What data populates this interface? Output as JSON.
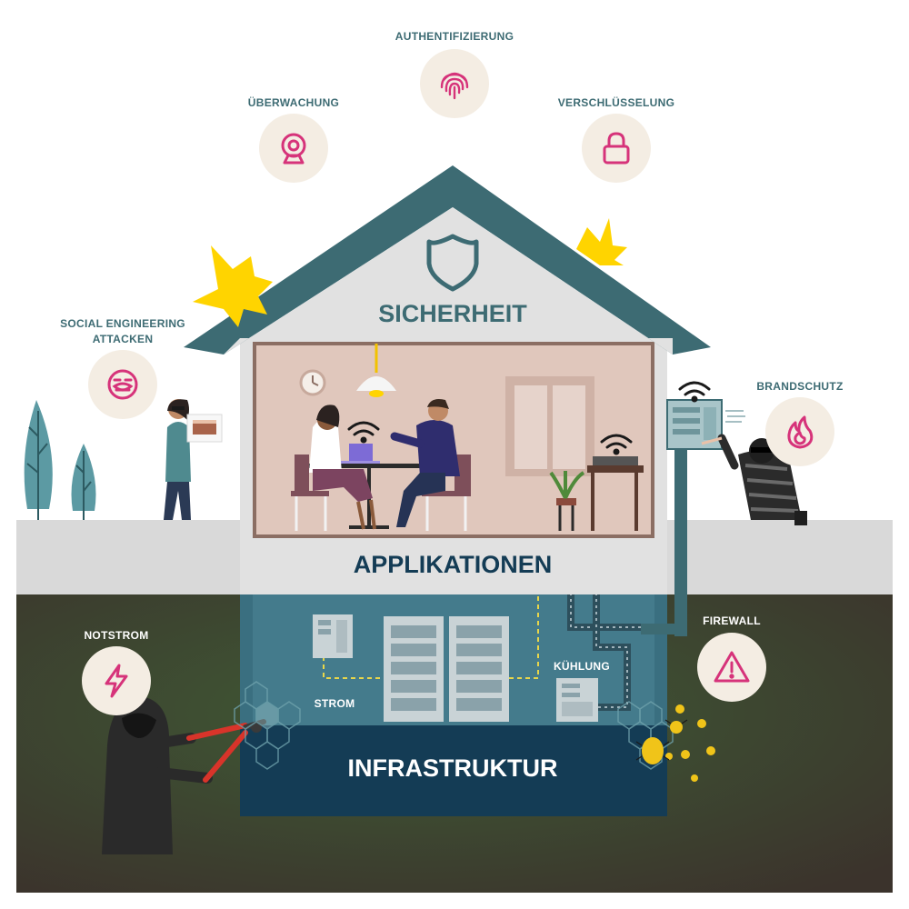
{
  "sections": {
    "roof": "SICHERHEIT",
    "ground": "APPLIKATIONEN",
    "basement": "INFRASTRUKTUR"
  },
  "features": {
    "authentication": {
      "label": "AUTHENTIFIZIERUNG",
      "icon": "fingerprint-icon"
    },
    "surveillance": {
      "label": "ÜBERWACHUNG",
      "icon": "webcam-icon"
    },
    "encryption": {
      "label": "VERSCHLÜSSELUNG",
      "icon": "padlock-icon"
    },
    "social_engineering": {
      "label_line1": "SOCIAL ENGINEERING",
      "label_line2": "ATTACKEN",
      "icon": "shocked-face-icon"
    },
    "fire_protection": {
      "label": "BRANDSCHUTZ",
      "icon": "flame-icon"
    },
    "emergency_power": {
      "label": "NOTSTROM",
      "icon": "lightning-icon"
    },
    "firewall": {
      "label": "FIREWALL",
      "icon": "warning-triangle-icon"
    },
    "power": {
      "label": "STROM"
    },
    "cooling": {
      "label": "KÜHLUNG"
    }
  },
  "colors": {
    "roof": "#3d6b73",
    "wall": "#e1e1e1",
    "room": "#e0c7bc",
    "basement": "#3a6f80",
    "basement_dark": "#143c55",
    "ground": "#d9d9d9",
    "soil": "#3a3a2e",
    "accent_pink": "#d6337a",
    "badge_bg": "#f4ede3",
    "title_text": "#143c55",
    "spark": "#ffd400"
  }
}
